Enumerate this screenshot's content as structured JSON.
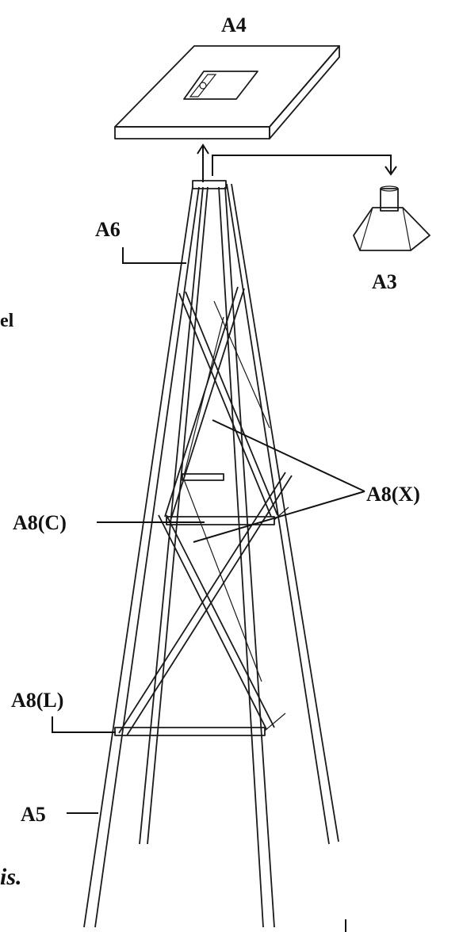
{
  "labels": {
    "a4": "A4",
    "a3": "A3",
    "a6": "A6",
    "a8x": "A8(X)",
    "a8c": "A8(C)",
    "a8l": "A8(L)",
    "a5": "A5"
  },
  "fragments": {
    "left_edge": "el",
    "bottom_left": "is."
  }
}
